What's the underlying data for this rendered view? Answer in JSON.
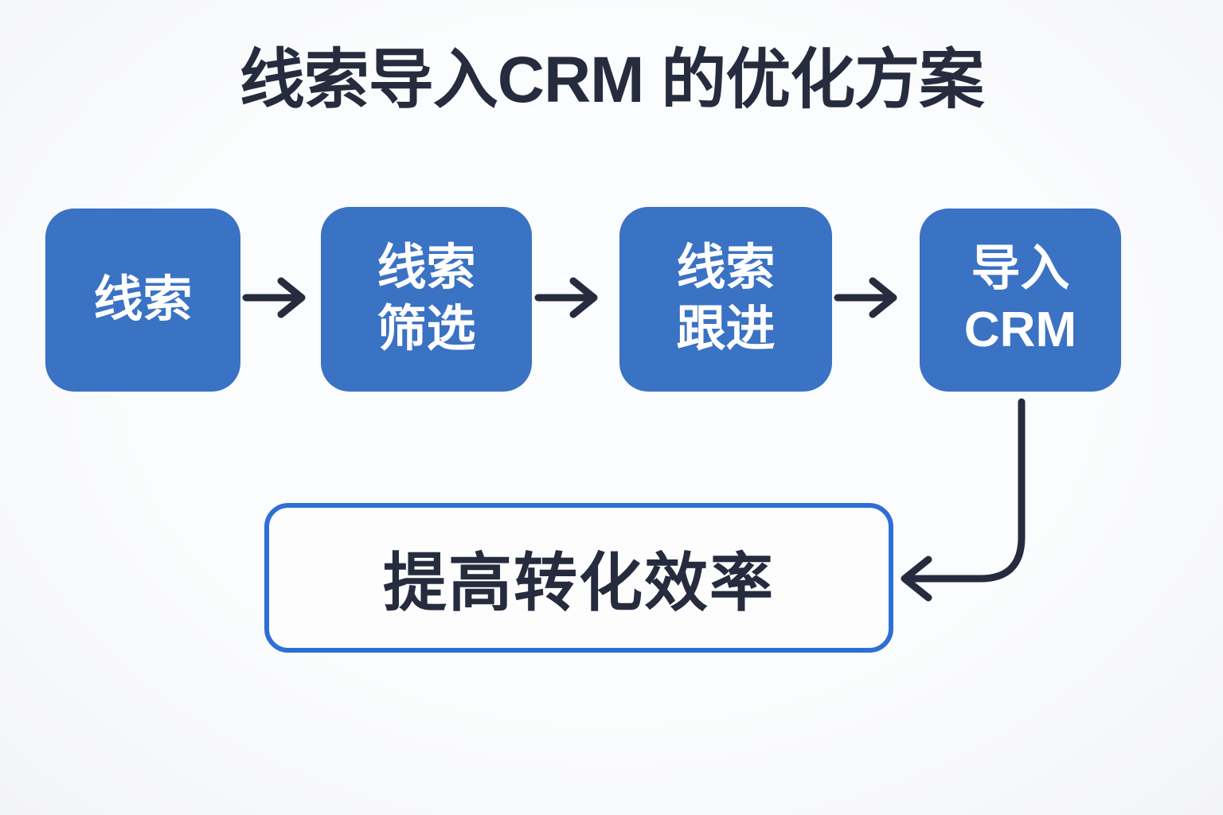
{
  "title": "线索导入CRM 的优化方案",
  "flow": {
    "nodes": [
      {
        "label": "线索"
      },
      {
        "label": "线索\n筛选"
      },
      {
        "label": "线索\n跟进"
      },
      {
        "label": "导入\nCRM"
      }
    ],
    "connector_icons": [
      "arrow-right",
      "arrow-right",
      "arrow-right",
      "elbow-arrow-down-left"
    ]
  },
  "result": {
    "label": "提高转化效率"
  },
  "colors": {
    "background": "#f7f8fa",
    "node_fill": "#3a72c4",
    "node_text": "#ffffff",
    "ink": "#262c3e",
    "result_border": "#2e6fd6",
    "result_fill": "#fdfdfe",
    "result_text": "#262c3e",
    "title_text": "#262c3e"
  }
}
